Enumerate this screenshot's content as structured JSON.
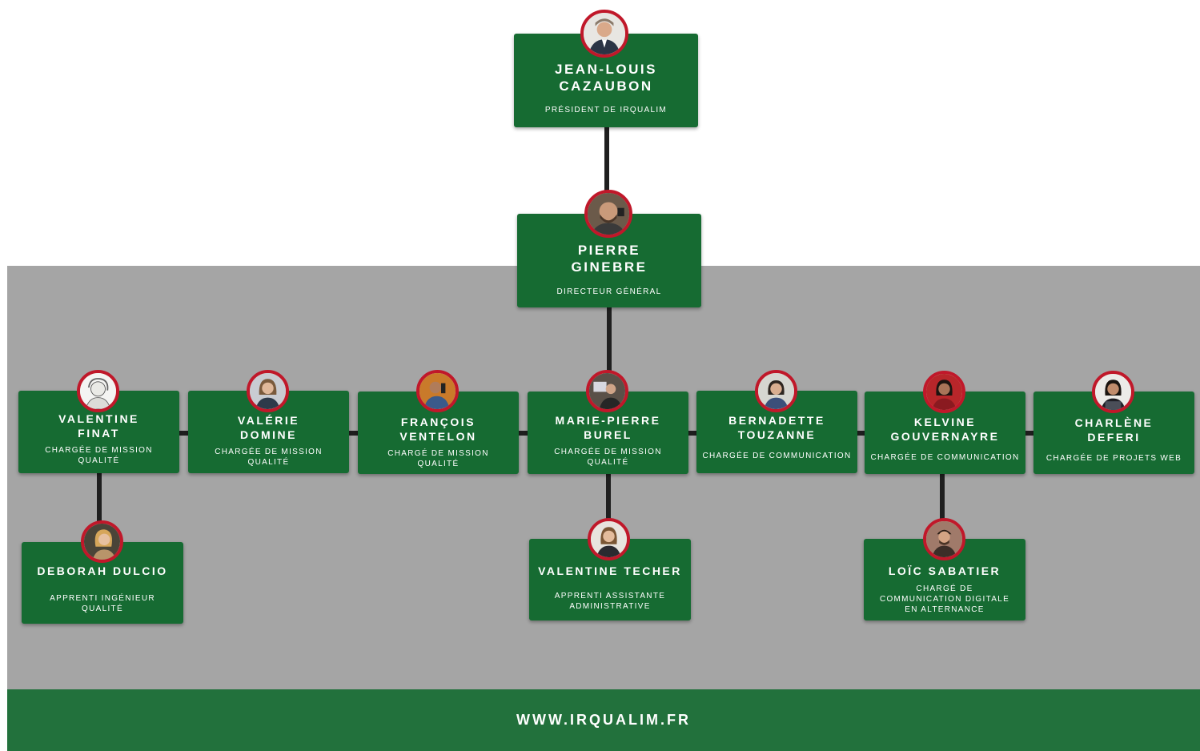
{
  "colors": {
    "box_green": "#166b32",
    "footer_green": "#22713c",
    "gray_band": "#a5a5a5",
    "connector": "#1f1f1f",
    "avatar_ring": "#c0182a"
  },
  "people": {
    "cazaubon": {
      "name": "JEAN-LOUIS\nCAZAUBON",
      "role": "PRÉSIDENT DE IRQUALIM",
      "photo": "photo-icon"
    },
    "ginebre": {
      "name": "PIERRE\nGINEBRE",
      "role": "DIRECTEUR GÉNÉRAL",
      "photo": "photo-icon"
    },
    "finat": {
      "name": "VALENTINE\nFINAT",
      "role": "CHARGÉE DE MISSION\nQUALITÉ",
      "photo": "photo-icon"
    },
    "domine": {
      "name": "VALÉRIE\nDOMINE",
      "role": "CHARGÉE DE MISSION\nQUALITÉ",
      "photo": "photo-icon"
    },
    "ventelon": {
      "name": "FRANÇOIS\nVENTELON",
      "role": "CHARGÉ DE MISSION\nQUALITÉ",
      "photo": "photo-icon"
    },
    "burel": {
      "name": "MARIE-PIERRE\nBUREL",
      "role": "CHARGÉE DE MISSION\nQUALITÉ",
      "photo": "photo-icon"
    },
    "touzanne": {
      "name": "BERNADETTE\nTOUZANNE",
      "role": "CHARGÉE DE COMMUNICATION",
      "photo": "photo-icon"
    },
    "gouvernayre": {
      "name": "KELVINE\nGOUVERNAYRE",
      "role": "CHARGÉE DE COMMUNICATION",
      "photo": "photo-icon"
    },
    "deferi": {
      "name": "CHARLÈNE\nDEFERI",
      "role": "CHARGÉE DE PROJETS WEB",
      "photo": "photo-icon"
    },
    "dulcio": {
      "name": "DEBORAH DULCIO",
      "role": "APPRENTI INGÉNIEUR\nQUALITÉ",
      "photo": "photo-icon"
    },
    "techer": {
      "name": "VALENTINE TECHER",
      "role": "APPRENTI ASSISTANTE\nADMINISTRATIVE",
      "photo": "photo-icon"
    },
    "sabatier": {
      "name": "LOÏC SABATIER",
      "role": "CHARGÉ DE\nCOMMUNICATION DIGITALE\nEN ALTERNANCE",
      "photo": "photo-icon"
    }
  },
  "footer": {
    "url": "WWW.IRQUALIM.FR"
  }
}
